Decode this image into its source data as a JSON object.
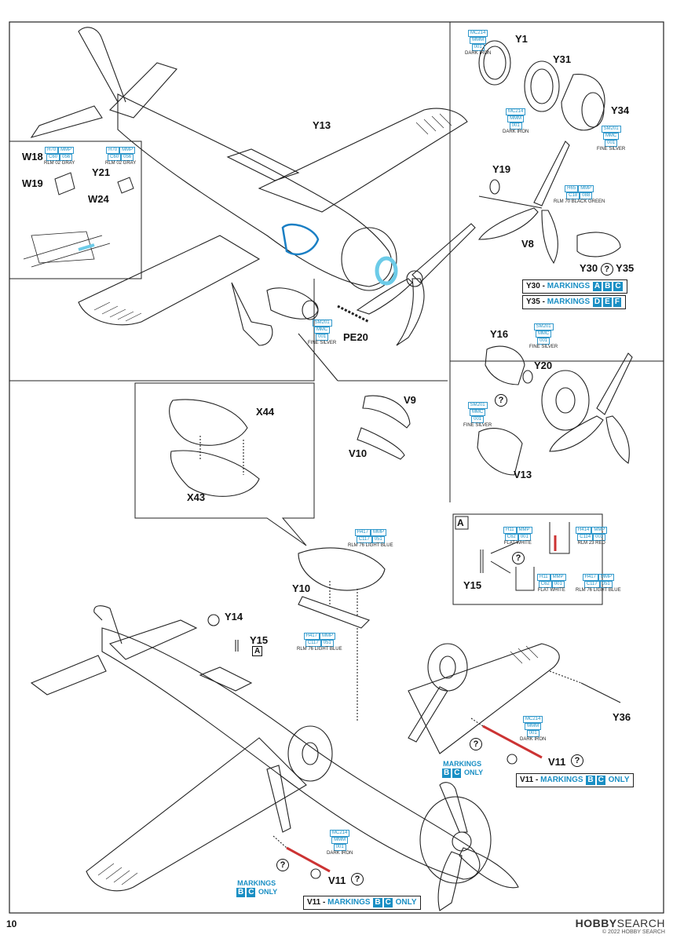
{
  "page": {
    "number": "10"
  },
  "watermark": {
    "brand": "HOBBY",
    "suffix": "SEARCH",
    "sub": "© 2022 HOBBY SEARCH"
  },
  "paints": {
    "dark_iron_y1": {
      "codes": [
        "MC214",
        "MMM",
        "001"
      ],
      "name": "DARK IRON"
    },
    "dark_iron_y31": {
      "codes": [
        "MC214",
        "MMM",
        "001"
      ],
      "name": "DARK IRON"
    },
    "fine_silver_y34": {
      "codes": [
        "SM201",
        "MMC",
        "001"
      ],
      "name": "FINE SILVER"
    },
    "black_green": {
      "codes": [
        "H65",
        "MMP",
        "C18",
        "088"
      ],
      "name": "RLM 70 BLACK GREEN"
    },
    "gray_w19": {
      "codes": [
        "H70",
        "MMP",
        "C60",
        "056"
      ],
      "name": "RLM 02 GRAY"
    },
    "gray_w24": {
      "codes": [
        "H70",
        "MMP",
        "C60",
        "056"
      ],
      "name": "RLM 02 GRAY"
    },
    "fine_silver_intake": {
      "codes": [
        "SM201",
        "MMC",
        "001"
      ],
      "name": "FINE SILVER"
    },
    "fine_silver_y16": {
      "codes": [
        "SM201",
        "MMC",
        "001"
      ],
      "name": "FINE SILVER"
    },
    "fine_silver_v13": {
      "codes": [
        "SM201",
        "MMC",
        "001"
      ],
      "name": "FINE SILVER"
    },
    "light_blue_canopy": {
      "codes": [
        "H417",
        "MMP",
        "C117",
        "051"
      ],
      "name": "RLM 76 LIGHT BLUE"
    },
    "light_blue_y10": {
      "codes": [
        "H417",
        "MMP",
        "C117",
        "051"
      ],
      "name": "RLM 76 LIGHT BLUE"
    },
    "flat_white_a": {
      "codes": [
        "H11",
        "MMP",
        "C62",
        "001"
      ],
      "name": "FLAT WHITE"
    },
    "red_a": {
      "codes": [
        "H414",
        "MMP",
        "C114",
        "003"
      ],
      "name": "RLM 23 RED"
    },
    "flat_white_b": {
      "codes": [
        "H11",
        "MMP",
        "C62",
        "001"
      ],
      "name": "FLAT WHITE"
    },
    "light_blue_b": {
      "codes": [
        "H417",
        "MMP",
        "C117",
        "051"
      ],
      "name": "RLM 76 LIGHT BLUE"
    },
    "dark_iron_v11_right": {
      "codes": [
        "MC214",
        "MMM",
        "001"
      ],
      "name": "DARK IRON"
    },
    "dark_iron_v11_left": {
      "codes": [
        "MC214",
        "MMM",
        "001"
      ],
      "name": "DARK IRON"
    }
  },
  "parts": {
    "y1": "Y1",
    "y31": "Y31",
    "y34": "Y34",
    "y13": "Y13",
    "y19": "Y19",
    "v8": "V8",
    "w18": "W18",
    "w19": "W19",
    "y21": "Y21",
    "w24": "W24",
    "y30_y35_a": "Y30",
    "y30_y35_b": "Y35",
    "pe20": "PE20",
    "y16": "Y16",
    "y20": "Y20",
    "v9": "V9",
    "v10": "V10",
    "v13": "V13",
    "x44": "X44",
    "x43": "X43",
    "y10": "Y10",
    "y14": "Y14",
    "y15": "Y15",
    "y15_detail": "Y15",
    "y36": "Y36",
    "v11_right": "V11",
    "v11_left": "V11",
    "callout_a": "A",
    "callout_a_small": "A"
  },
  "banners": {
    "y30": {
      "part": "Y30 -",
      "word": "MARKINGS",
      "badges": [
        "A",
        "B",
        "C"
      ]
    },
    "y35": {
      "part": "Y35 -",
      "word": "MARKINGS",
      "badges": [
        "D",
        "E",
        "F"
      ]
    },
    "v11_right": {
      "part": "V11 -",
      "word": "MARKINGS",
      "badges": [
        "B",
        "C"
      ],
      "tail": "ONLY"
    },
    "v11_left": {
      "part": "V11 -",
      "word": "MARKINGS",
      "badges": [
        "B",
        "C"
      ],
      "tail": "ONLY"
    }
  },
  "notes": {
    "right": {
      "line1": "MARKINGS",
      "badges": [
        "B",
        "C"
      ],
      "tail": "ONLY"
    },
    "left": {
      "line1": "MARKINGS",
      "badges": [
        "B",
        "C"
      ],
      "tail": "ONLY"
    }
  },
  "symbols": {
    "question": "?",
    "optional": "?"
  }
}
